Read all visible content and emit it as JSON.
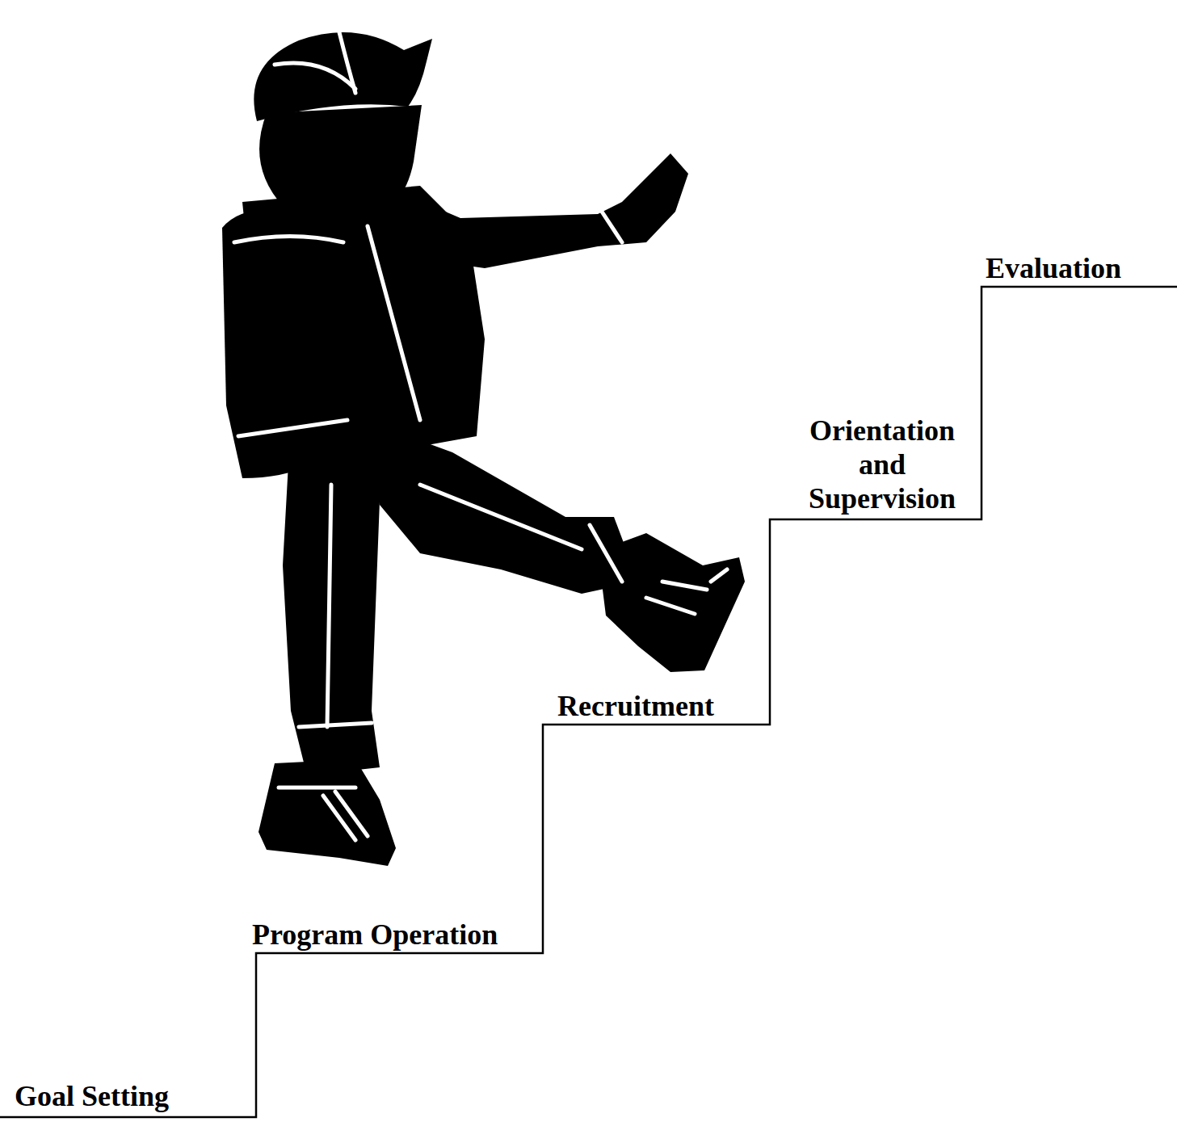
{
  "diagram": {
    "labels": [
      "Goal Setting",
      "Program Operation",
      "Recruitment",
      "Orientation and Supervision",
      "Evaluation"
    ]
  }
}
